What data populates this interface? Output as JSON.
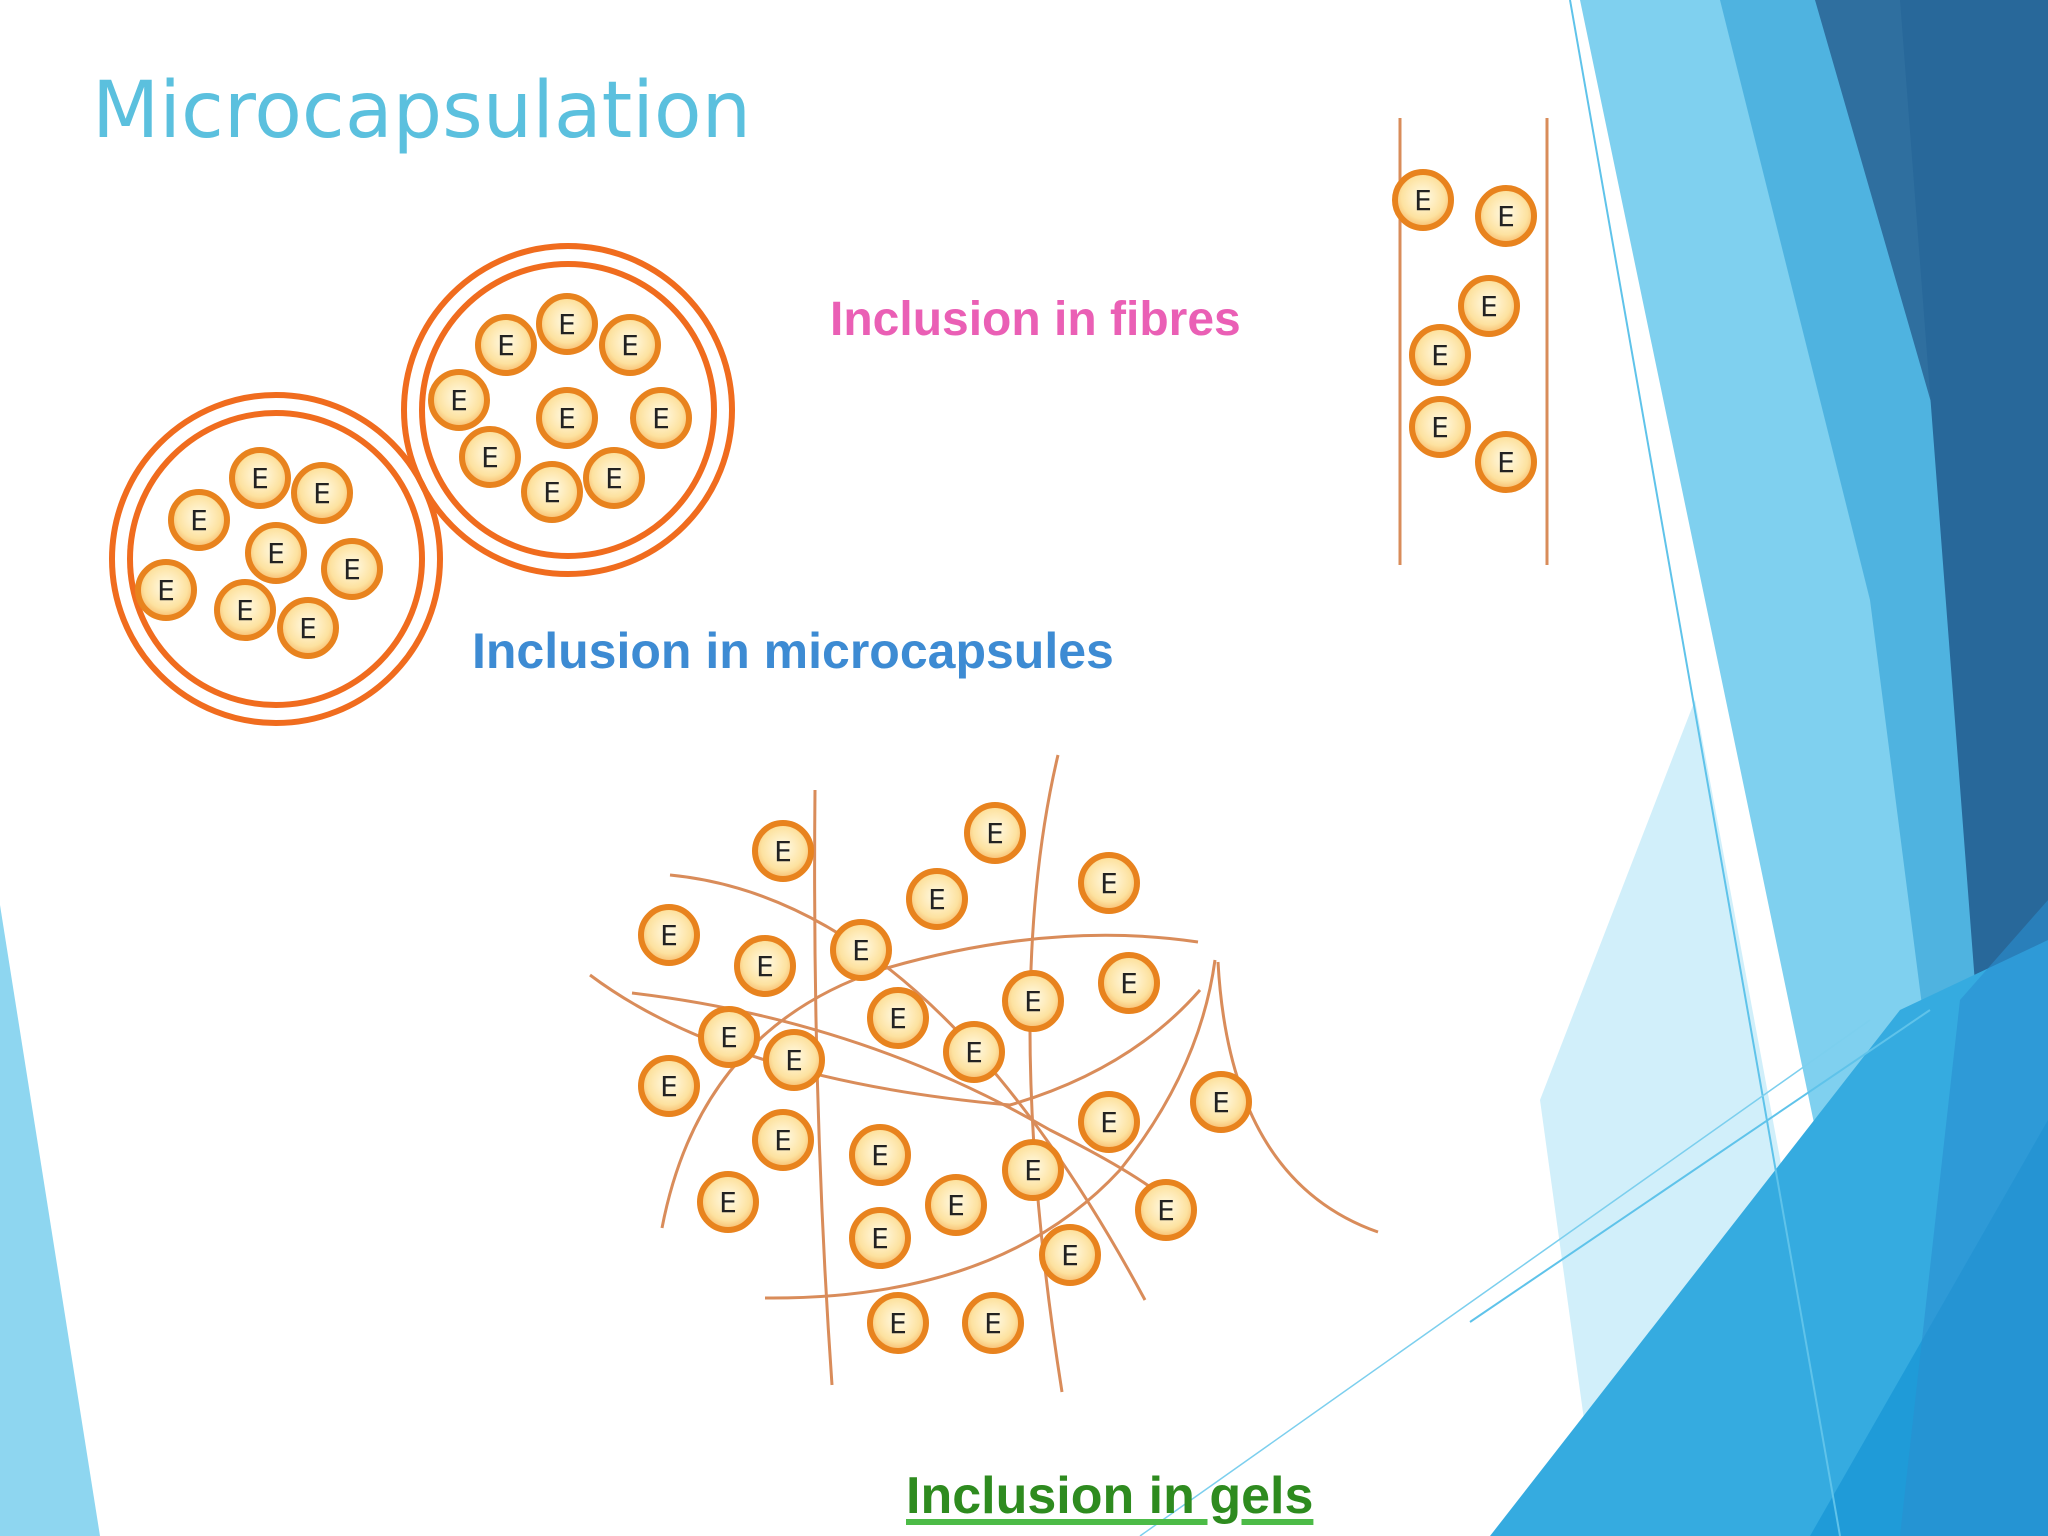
{
  "slide": {
    "title": "Microcapsulation"
  },
  "diagram": {
    "enzyme_label": "E",
    "captions": {
      "fibres": "Inclusion in fibres",
      "microcapsules": "Inclusion in microcapsules",
      "gels": "Inclusion in gels"
    }
  },
  "colors": {
    "title": "#5bc0de",
    "capsule_wall": "#f06c1e",
    "fibre_line": "#d98c5a",
    "enzyme_fill": "#fde7a8",
    "enzyme_ring": "#e8831e",
    "caption_fibres": "#ea5fb5",
    "caption_microcapsules": "#3d8bd3",
    "caption_gels": "#2e8b1f"
  }
}
